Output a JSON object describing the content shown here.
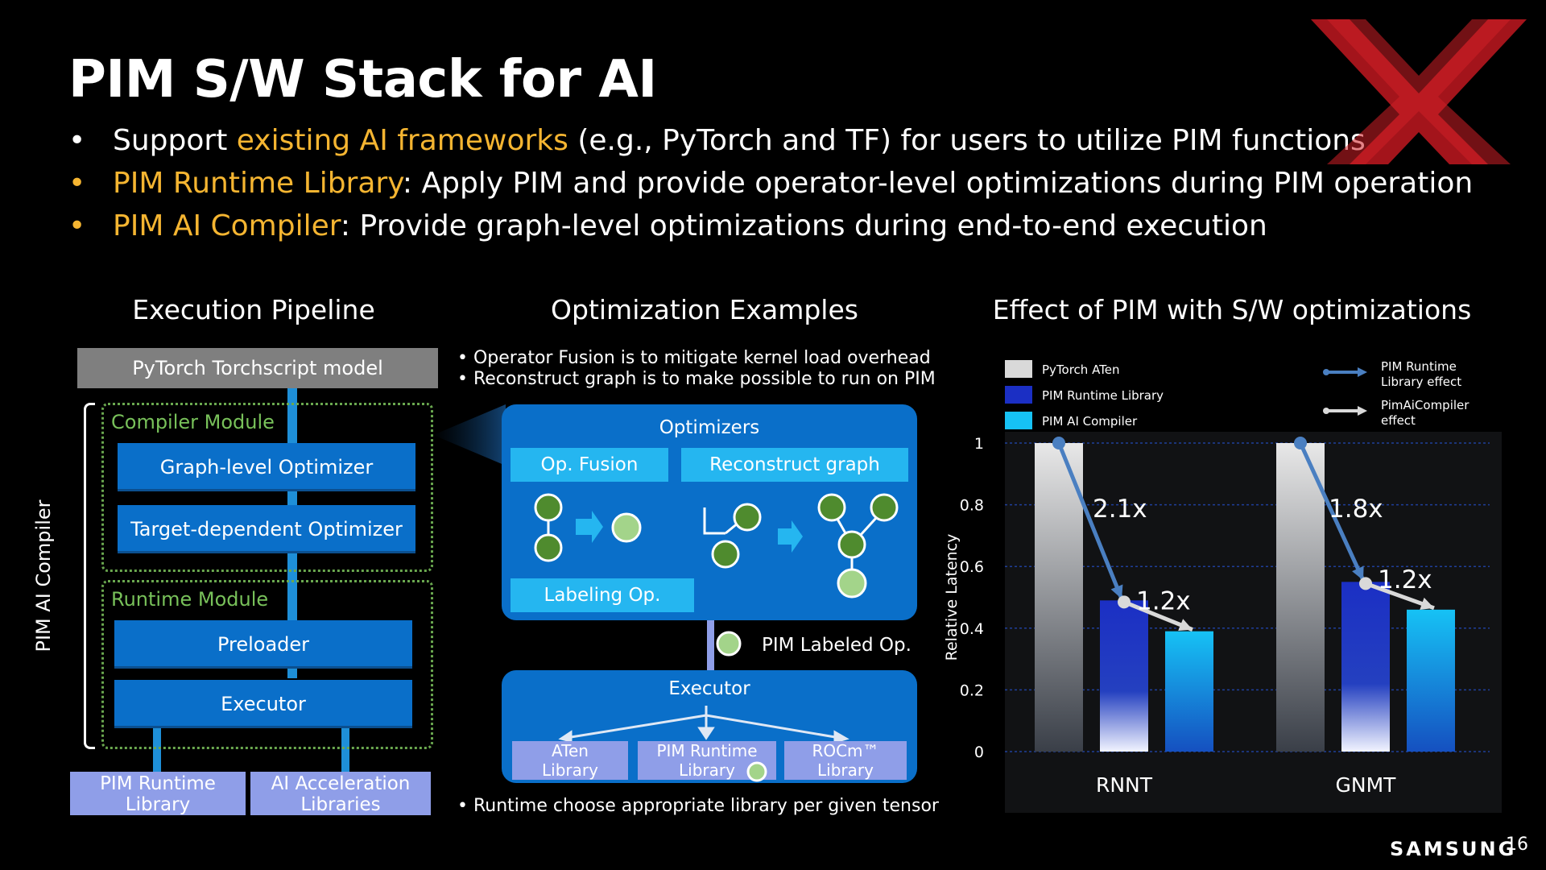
{
  "slide": {
    "title": "PIM S/W Stack for AI",
    "page_number": "16",
    "brand": "SAMSUNG",
    "bullets": [
      {
        "pre": "Support ",
        "hl": "existing AI frameworks",
        "post": " (e.g., PyTorch and TF) for users to utilize PIM functions",
        "dot_color": "#ffffff"
      },
      {
        "pre": "",
        "hl": "PIM Runtime Library",
        "post": ": Apply PIM and provide operator-level optimizations during PIM operation",
        "dot_color": "#f5b531"
      },
      {
        "pre": "",
        "hl": "PIM AI Compiler",
        "post": ": Provide graph-level optimizations during end-to-end execution",
        "dot_color": "#f5b531"
      }
    ],
    "bullet_char": "•",
    "highlight_color": "#f5b531"
  },
  "pipeline": {
    "heading": "Execution Pipeline",
    "model": "PyTorch Torchscript model",
    "compiler_module": "Compiler Module",
    "graph_optimizer": "Graph-level Optimizer",
    "target_optimizer": "Target-dependent Optimizer",
    "runtime_module": "Runtime Module",
    "preloader": "Preloader",
    "executor": "Executor",
    "side_label": "PIM AI Compiler",
    "lib1": [
      "PIM Runtime",
      "Library"
    ],
    "lib2": [
      "AI Acceleration",
      "Libraries"
    ]
  },
  "optimization": {
    "heading": "Optimization Examples",
    "notes": [
      "• Operator Fusion is to mitigate kernel load overhead",
      "• Reconstruct graph is to make possible to run on PIM"
    ],
    "optimizers_title": "Optimizers",
    "op_fusion": "Op. Fusion",
    "reconstruct": "Reconstruct graph",
    "labeling": "Labeling Op.",
    "pim_labeled": "PIM Labeled Op.",
    "executor_title": "Executor",
    "libs": [
      [
        "ATen",
        "Library"
      ],
      [
        "PIM Runtime",
        "Library"
      ],
      [
        "ROCm™",
        "Library"
      ]
    ],
    "footer_note": "• Runtime choose appropriate library per given tensor"
  },
  "effect": {
    "heading": "Effect of PIM with S/W optimizations"
  },
  "chart_data": {
    "type": "bar",
    "title": "Effect of PIM with S/W optimizations",
    "ylabel": "Relative Latency",
    "xlabel": "",
    "ylim": [
      0,
      1
    ],
    "yticks": [
      "0",
      "0.2",
      "0.4",
      "0.6",
      "0.8",
      "1"
    ],
    "categories": [
      "RNNT",
      "GNMT"
    ],
    "series": [
      {
        "name": "PyTorch ATen",
        "values": [
          1.0,
          1.0
        ],
        "color": "#c9c9c9"
      },
      {
        "name": "PIM Runtime Library",
        "values": [
          0.49,
          0.55
        ],
        "color": "#1b2fc4"
      },
      {
        "name": "PIM AI Compiler",
        "values": [
          0.39,
          0.46
        ],
        "color": "#16c2f5"
      }
    ],
    "annotations": [
      {
        "category": "RNNT",
        "runtime_effect": "2.1x",
        "compiler_effect": "1.2x"
      },
      {
        "category": "GNMT",
        "runtime_effect": "1.8x",
        "compiler_effect": "1.2x"
      }
    ],
    "arrow_legend": [
      {
        "label": [
          "PIM Runtime",
          "Library effect"
        ],
        "color": "#4a7fc1"
      },
      {
        "label": [
          "PimAiCompiler",
          "effect"
        ],
        "color": "#d9d9d9"
      }
    ],
    "grid": true,
    "legend_position": "top"
  }
}
